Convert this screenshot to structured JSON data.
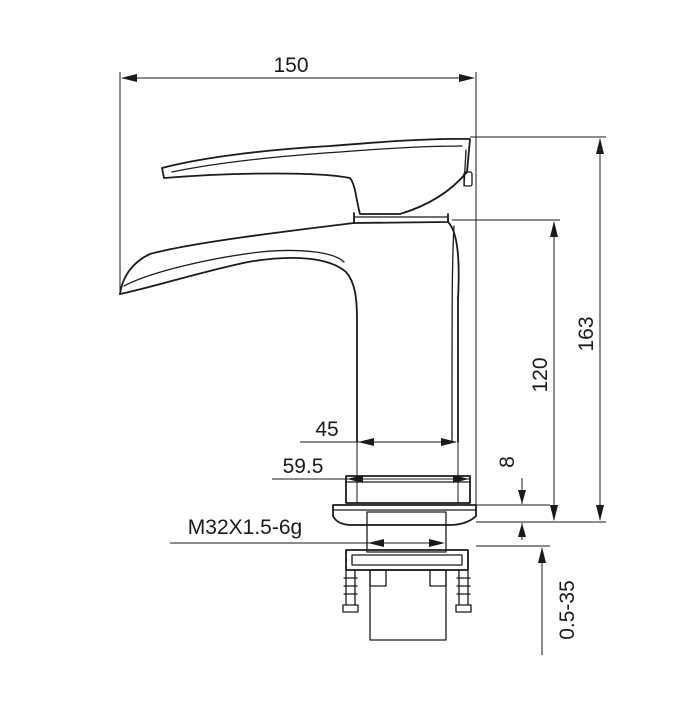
{
  "dimensions": {
    "overall_width": "150",
    "overall_height": "163",
    "spout_height": "120",
    "inner_base_width": "45",
    "outer_base_width": "59.5",
    "base_thickness": "8",
    "thread_spec": "M32X1.5-6g",
    "deck_thickness": "0.5-35"
  }
}
